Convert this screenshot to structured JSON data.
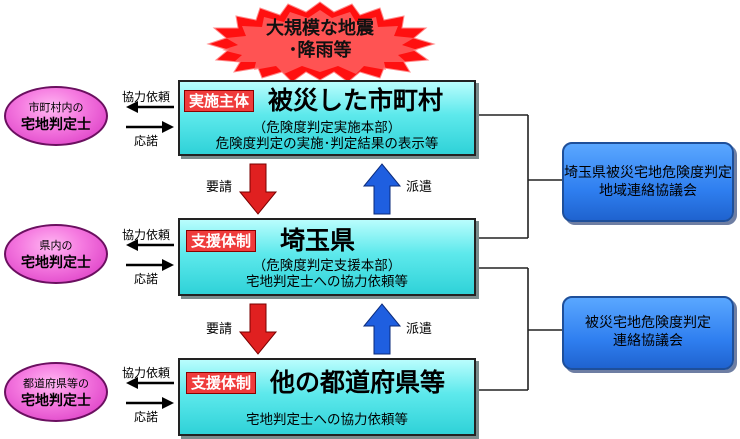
{
  "trigger": {
    "line1": "大規模な地震",
    "line2": "･降雨等"
  },
  "tiers": [
    {
      "badge": "実施主体",
      "title": "被災した市町村",
      "sub1": "（危険度判定実施本部）",
      "sub2": "危険度判定の実施･判定結果の表示等"
    },
    {
      "badge": "支援体制",
      "title": "埼玉県",
      "sub1": "（危険度判定支援本部）",
      "sub2": "宅地判定士への協力依頼等"
    },
    {
      "badge": "支援体制",
      "title": "他の都道府県等",
      "sub1": "",
      "sub2": "宅地判定士への協力依頼等"
    }
  ],
  "inspectors": [
    {
      "line1": "市町村内の",
      "line2": "宅地判定士"
    },
    {
      "line1": "県内の",
      "line2": "宅地判定士"
    },
    {
      "line1": "都道府県等の",
      "line2": "宅地判定士"
    }
  ],
  "arrow_labels": {
    "request_cooperation": "協力依頼",
    "response": "応諾",
    "request": "要請",
    "dispatch": "派遣"
  },
  "councils": [
    {
      "line1": "埼玉県被災宅地危険度判定",
      "line2": "地域連絡協議会"
    },
    {
      "line1": "被災宅地危険度判定",
      "line2": "連絡協議会"
    }
  ],
  "colors": {
    "box_cyan": "#4fe3e8",
    "badge_red": "#ef3b3b",
    "oval_pink": "#f57ae0",
    "council_blue": "#2f7ff0",
    "arrow_red": "#e02020",
    "arrow_blue": "#1f5fe0"
  }
}
